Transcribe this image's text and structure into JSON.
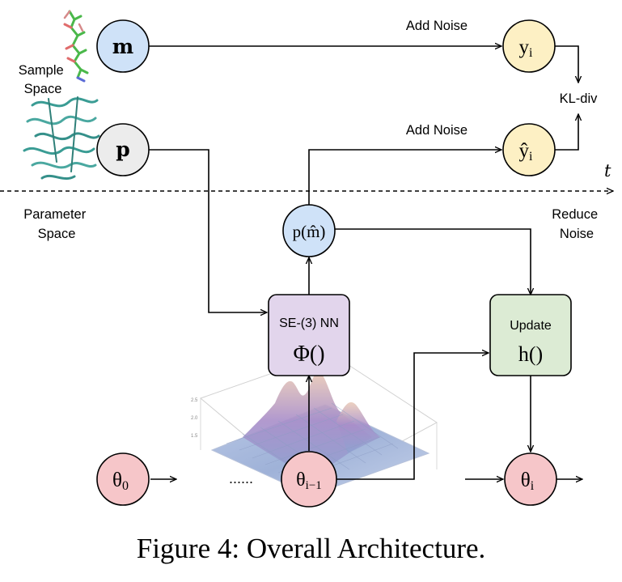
{
  "labels": {
    "add_noise_top": "Add Noise",
    "add_noise_mid": "Add Noise",
    "kl_div": "KL-div",
    "time_axis": "t",
    "sample_space": [
      "Sample",
      "Space"
    ],
    "parameter_space": [
      "Parameter",
      "Space"
    ],
    "reduce_noise": [
      "Reduce",
      "Noise"
    ],
    "ellipsis": "......"
  },
  "nodes": {
    "m": "m",
    "p": "p",
    "y_i": {
      "main": "y",
      "sub": "i"
    },
    "y_hat_i": {
      "main": "ŷ",
      "sub": "i"
    },
    "p_m_hat": {
      "pre": "p",
      "paren_open": "(",
      "main": "m̂",
      "paren_close": ")"
    },
    "theta_0": {
      "main": "θ",
      "sub": "0"
    },
    "theta_i_minus_1": {
      "main": "θ",
      "sub": "i−1"
    },
    "theta_i": {
      "main": "θ",
      "sub": "i"
    }
  },
  "boxes": {
    "se3": {
      "title": "SE-(3) NN",
      "fn": "Φ",
      "args": "()"
    },
    "update": {
      "title": "Update",
      "fn": "h",
      "args": "()"
    }
  },
  "colors": {
    "blue": "#cfe2f8",
    "gray": "#ececec",
    "yellow": "#fdf0c4",
    "pink": "#f6c6c9",
    "purple": "#e2d5ec",
    "green": "#dcebd4",
    "molecule": "#3a9c94"
  },
  "caption": "Figure 4: Overall Architecture."
}
